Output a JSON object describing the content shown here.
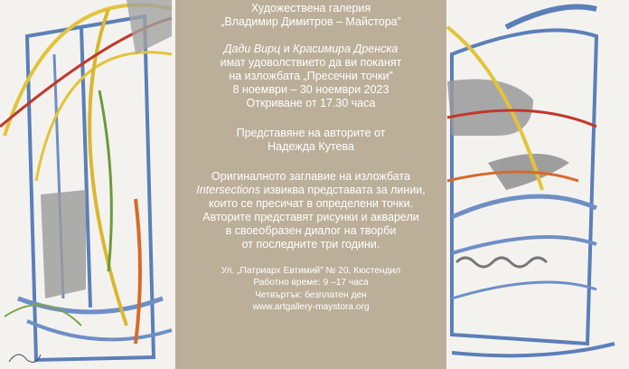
{
  "gallery": {
    "line1": "Художествена галерия",
    "line2": "„Владимир Димитров – Майстора”"
  },
  "invite": {
    "artist1": "Дади Вирц",
    "and": " и ",
    "artist2": "Красимира Дренска",
    "line2": "имат удоволствието да ви поканят",
    "line3": "на изложбата „Пресечни точки”",
    "dates": "8 ноември – 30 ноември 2023",
    "opening": "Откриване от 17.30 часа"
  },
  "presenter": {
    "line1": "Представяне на авторите от",
    "line2": "Надежда Кутева"
  },
  "about": {
    "line1": "Оригиналното заглавие на изложбата",
    "title_en": "Intersections",
    "line2_rest": " извиква представата за линии,",
    "line3": "които се пресичат в определени точки.",
    "line4": "Авторите представят рисунки и акварели",
    "line5": "в своеобразен диалог на творби",
    "line6": "от последните три години."
  },
  "info": {
    "address": "Ул. „Патриарх Евтимий” № 20, Кюстендил",
    "hours": "Работно време: 9 –17 часа",
    "thursday": "Четвъртък: безплатен ден",
    "website": "www.artgallery-maystora.org"
  },
  "colors": {
    "panel": "#b7aa92",
    "background": "#f4f2ef",
    "text": "#ffffff"
  }
}
